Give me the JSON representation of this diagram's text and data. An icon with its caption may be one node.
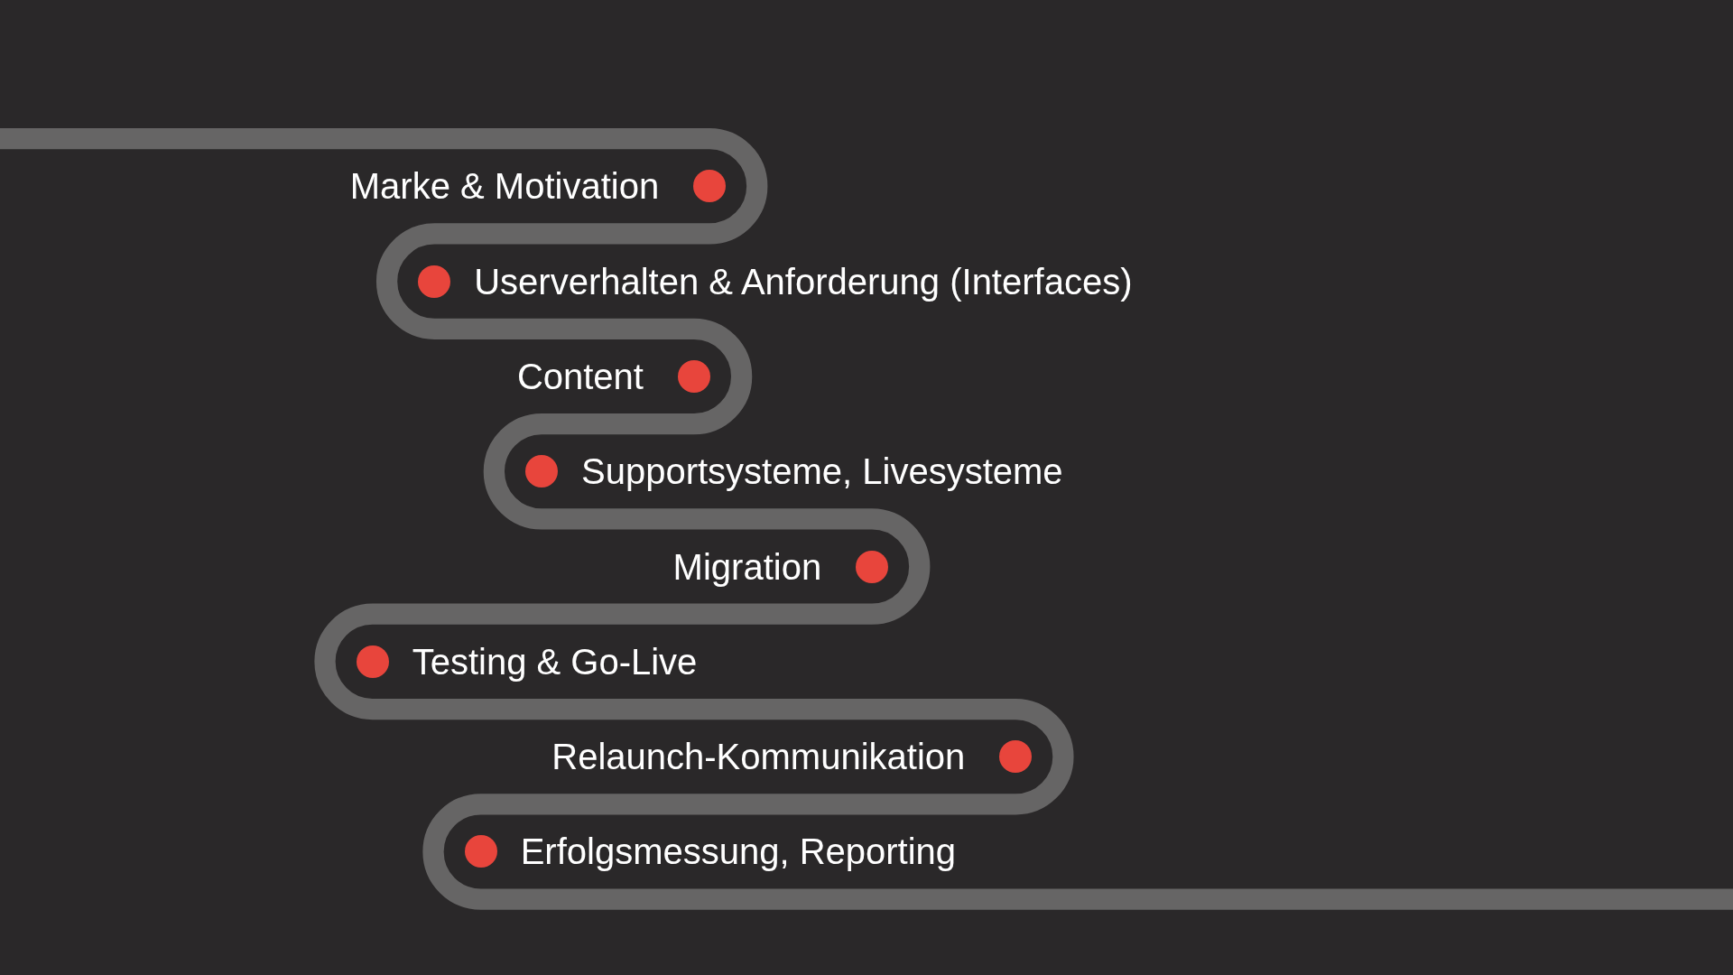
{
  "diagram": {
    "labels": [
      "Marke & Motivation",
      "Userverhalten & Anforderung (Interfaces)",
      "Content",
      "Supportsysteme, Livesysteme",
      "Migration",
      "Testing & Go-Live",
      "Relaunch-Kommunikation",
      "Erfolgsmessung, Reporting"
    ]
  }
}
